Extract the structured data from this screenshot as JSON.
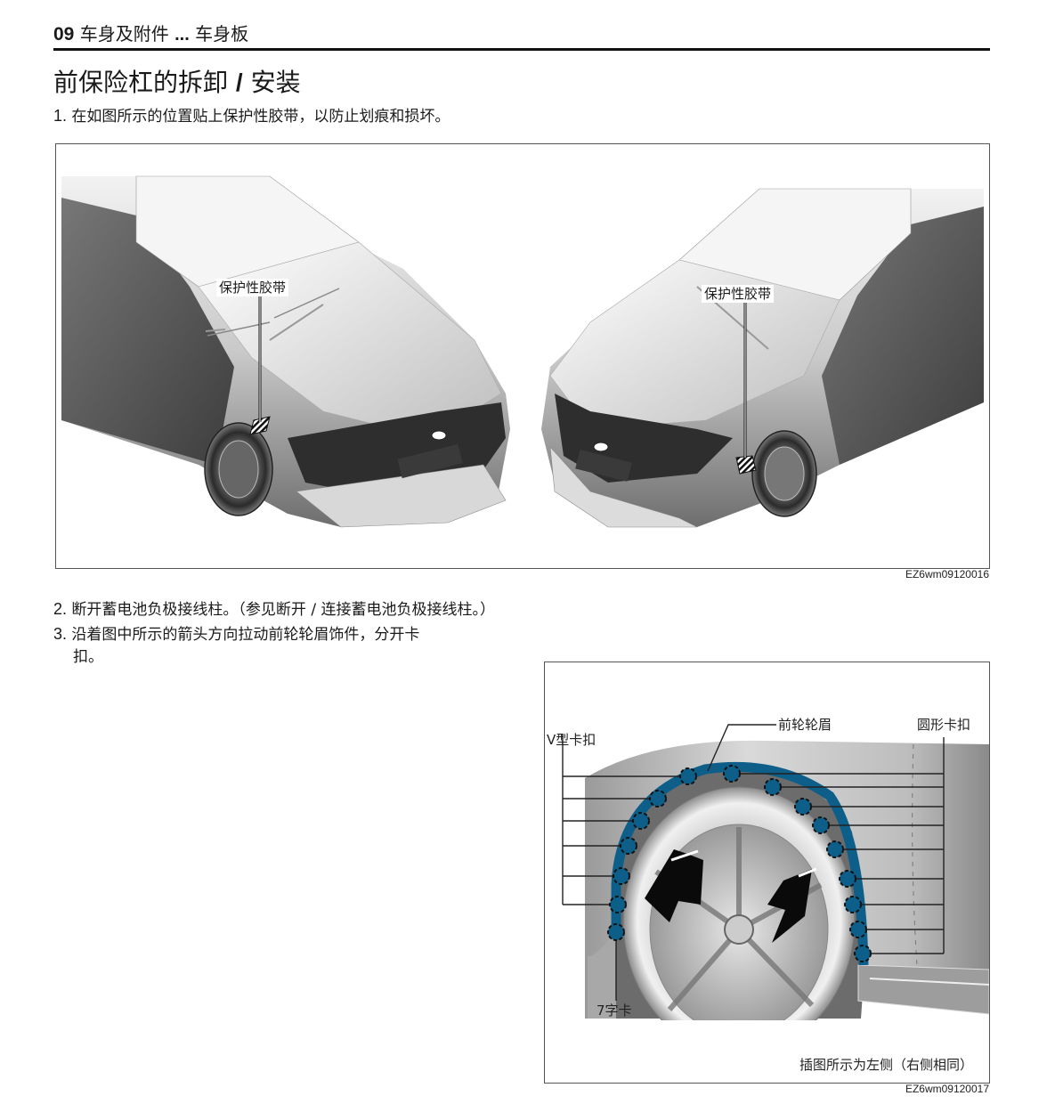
{
  "header": {
    "section_number": "09",
    "section_title": "车身及附件",
    "separator": "...",
    "subsection": "车身板"
  },
  "page_title": {
    "main": "前保险杠的拆卸",
    "slash": "/",
    "tail": "安装"
  },
  "steps": [
    {
      "number": "1.",
      "text": "在如图所示的位置贴上保护性胶带，以防止划痕和损坏。"
    },
    {
      "number": "2.",
      "text": "断开蓄电池负极接线柱。（参见断开 / 连接蓄电池负极接线柱。）"
    },
    {
      "number": "3.",
      "text": "沿着图中所示的箭头方向拉动前轮轮眉饰件，分开卡",
      "continuation": "扣。"
    }
  ],
  "figure1": {
    "caption_id": "EZ6wm09120016",
    "left_callout": "保护性胶带",
    "right_callout": "保护性胶带"
  },
  "figure2": {
    "caption_id": "EZ6wm09120017",
    "label_v_clip": "V型卡扣",
    "label_wheel_arch": "前轮轮眉",
    "label_round_clip": "圆形卡扣",
    "label_7_clip": "7字卡",
    "note": "插图所示为左侧（右侧相同）",
    "colors": {
      "trim_blue": "#0d5f8a",
      "arrow": "#0a0a0a"
    }
  }
}
